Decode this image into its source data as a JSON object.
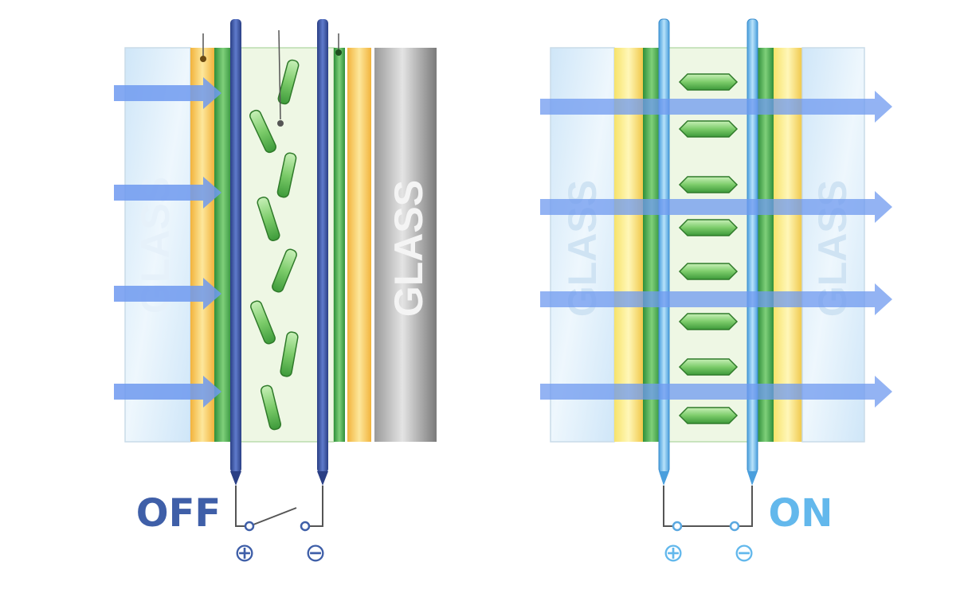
{
  "off_panel": {
    "state_label": "OFF",
    "glass_left": "GLASS",
    "glass_right": "GLASS",
    "terminal_plus": "⊕",
    "terminal_minus": "⊖",
    "switch": "open",
    "light_transmission": "blocked"
  },
  "on_panel": {
    "state_label": "ON",
    "glass_left": "GLASS",
    "glass_right": "GLASS",
    "terminal_plus": "⊕",
    "terminal_minus": "⊖",
    "switch": "closed",
    "light_transmission": "passes"
  },
  "colors": {
    "off_label": "#3f5fa8",
    "on_label": "#63b8ec",
    "light_arrow": "#6f9af0",
    "conductive_film": "#4caf50",
    "interlayer": "#f5c242",
    "glass": "#dbeefa",
    "crystal": "#7ccc6a"
  }
}
